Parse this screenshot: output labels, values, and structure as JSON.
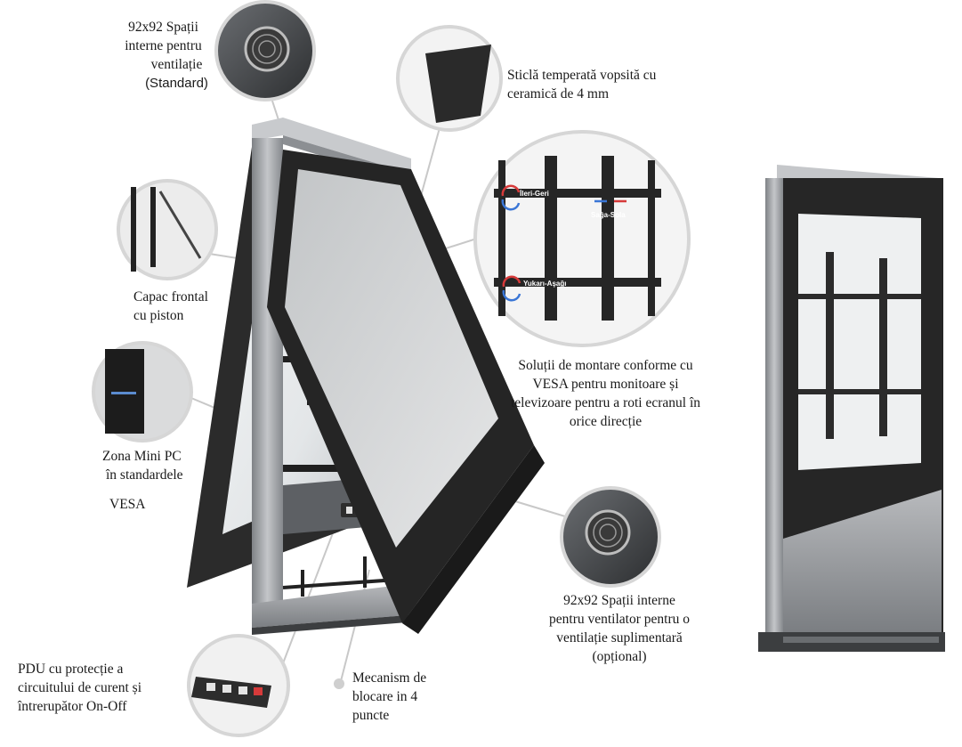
{
  "labels": {
    "fan_standard": {
      "line1": "92x92 Spații",
      "line2": "interne pentru",
      "line3": "ventilație",
      "line4": "(Standard)"
    },
    "glass": {
      "line1": "Sticlă temperată vopsită cu",
      "line2": "ceramică de 4 mm"
    },
    "front_cover": {
      "line1": "Capac frontal",
      "line2": "cu piston"
    },
    "vesa_mount": {
      "line1": "Soluții de montare conforme cu",
      "line2": "VESA pentru monitoare și",
      "line3": "televizoare pentru a roti ecranul în",
      "line4": "orice direcție"
    },
    "mini_pc": {
      "line1": "Zona Mini PC",
      "line2": "în standardele",
      "line3": "VESA"
    },
    "fan_optional": {
      "line1": "92x92 Spații interne",
      "line2": "pentru ventilator pentru o",
      "line3": "ventilație suplimentară",
      "line4": "(opțional)"
    },
    "pdu": {
      "line1": "PDU cu protecție a",
      "line2": "circuitului de curent și",
      "line3": "întrerupător On-Off"
    },
    "lock": {
      "line1": "Mecanism de",
      "line2": "blocare in 4",
      "line3": "puncte"
    }
  },
  "mount_tags": {
    "forward_back": "İleri-Geri",
    "left_right": "Sağa-Sola",
    "up_down": "Yukarı-Aşağı"
  },
  "colors": {
    "frame_dark": "#2b2b2b",
    "steel": "#9a9da1",
    "arrow_red": "#d63a3a",
    "arrow_blue": "#3a76d6",
    "callout_line": "#c8c8c8"
  }
}
